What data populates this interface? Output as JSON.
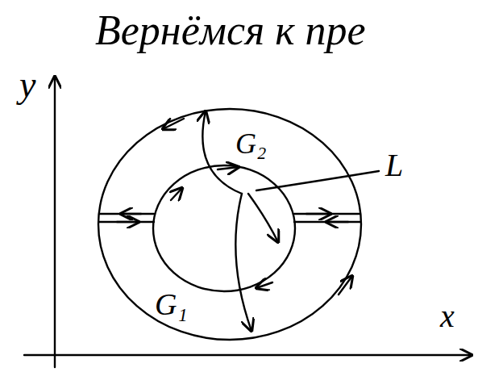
{
  "diagram": {
    "labels": [
      "Вернёмся к пре",
      "y",
      "G₂",
      "L",
      "G₁",
      "x"
    ]
  }
}
